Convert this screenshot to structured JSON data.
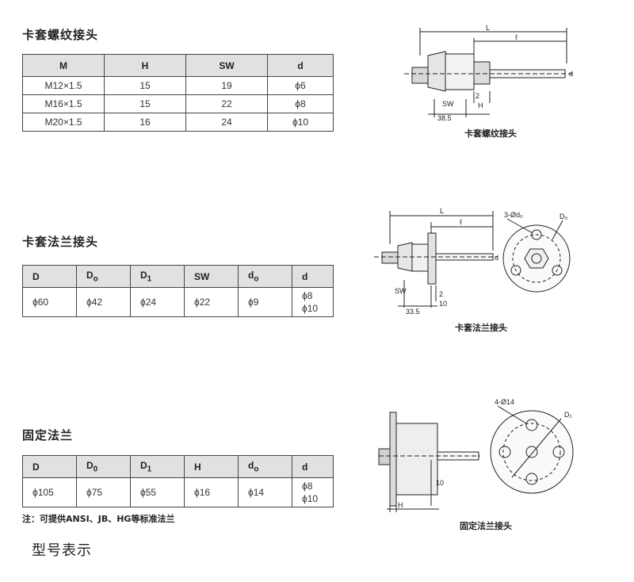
{
  "section1": {
    "title": "卡套螺纹接头",
    "headers": [
      "M",
      "H",
      "SW",
      "d"
    ],
    "rows": [
      [
        "M12×1.5",
        "15",
        "19",
        "ϕ6"
      ],
      [
        "M16×1.5",
        "15",
        "22",
        "ϕ8"
      ],
      [
        "M20×1.5",
        "16",
        "24",
        "ϕ10"
      ]
    ],
    "diagram": {
      "caption": "卡套螺纹接头",
      "labels": {
        "L": "L",
        "l": "ℓ",
        "d": "d",
        "sw": "SW",
        "two": "2",
        "h": "H",
        "dim": "38.5"
      }
    }
  },
  "section2": {
    "title": "卡套法兰接头",
    "headers": [
      "D",
      "D",
      "D",
      "SW",
      "d",
      "d"
    ],
    "header_subs": [
      "",
      "o",
      "1",
      "",
      "o",
      ""
    ],
    "row": [
      "ϕ60",
      "ϕ42",
      "ϕ24",
      "ϕ22",
      "ϕ9"
    ],
    "last_col": [
      "ϕ8",
      "ϕ10"
    ],
    "diagram": {
      "caption": "卡套法兰接头",
      "labels": {
        "L": "L",
        "l": "ℓ",
        "d": "d",
        "sw": "SW",
        "two": "2",
        "ten": "10",
        "dim": "33.5",
        "holes": "3-Ød₀",
        "D0": "D₀"
      }
    }
  },
  "section3": {
    "title": "固定法兰",
    "headers": [
      "D",
      "D",
      "D",
      "H",
      "d",
      "d"
    ],
    "header_subs": [
      "",
      "0",
      "1",
      "",
      "o",
      ""
    ],
    "row": [
      "ϕ105",
      "ϕ75",
      "ϕ55",
      "ϕ16",
      "ϕ14"
    ],
    "last_col": [
      "ϕ8",
      "ϕ10"
    ],
    "diagram": {
      "caption": "固定法兰接头",
      "labels": {
        "ten": "10",
        "h": "H",
        "holes": "4-Ø14",
        "D1": "D₁"
      }
    }
  },
  "note": "注：可提供ANSI、JB、HG等标准法兰",
  "footer_title": "型号表示"
}
